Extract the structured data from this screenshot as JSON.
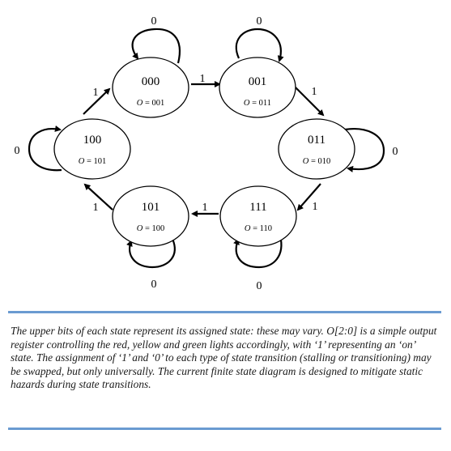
{
  "states": [
    {
      "id": "s000",
      "name": "000",
      "output": "O = 001"
    },
    {
      "id": "s001",
      "name": "001",
      "output": "O = 011"
    },
    {
      "id": "s011",
      "name": "011",
      "output": "O = 010"
    },
    {
      "id": "s111",
      "name": "111",
      "output": "O = 110"
    },
    {
      "id": "s101",
      "name": "101",
      "output": "O = 100"
    },
    {
      "id": "s100",
      "name": "100",
      "output": "O = 101"
    }
  ],
  "transitions": [
    {
      "id": "t-000-001",
      "label": "1"
    },
    {
      "id": "t-001-011",
      "label": "1"
    },
    {
      "id": "t-011-111",
      "label": "1"
    },
    {
      "id": "t-111-101",
      "label": "1"
    },
    {
      "id": "t-101-100",
      "label": "1"
    },
    {
      "id": "t-100-000",
      "label": "1"
    }
  ],
  "self_loops": [
    {
      "id": "loop-000",
      "label": "0"
    },
    {
      "id": "loop-001",
      "label": "0"
    },
    {
      "id": "loop-011",
      "label": "0"
    },
    {
      "id": "loop-111",
      "label": "0"
    },
    {
      "id": "loop-101",
      "label": "0"
    },
    {
      "id": "loop-100",
      "label": "0"
    }
  ],
  "caption": "The upper bits of each state represent its assigned state: these may vary. O[2:0] is a simple output register controlling the red, yellow and green lights accordingly, with ‘1’ representing an ‘on’ state. The assignment of ‘1’ and ‘0’ to each type of state transition (stalling or transitioning) may be swapped, but only universally. The current finite state diagram is designed to mitigate static hazards during state transitions."
}
